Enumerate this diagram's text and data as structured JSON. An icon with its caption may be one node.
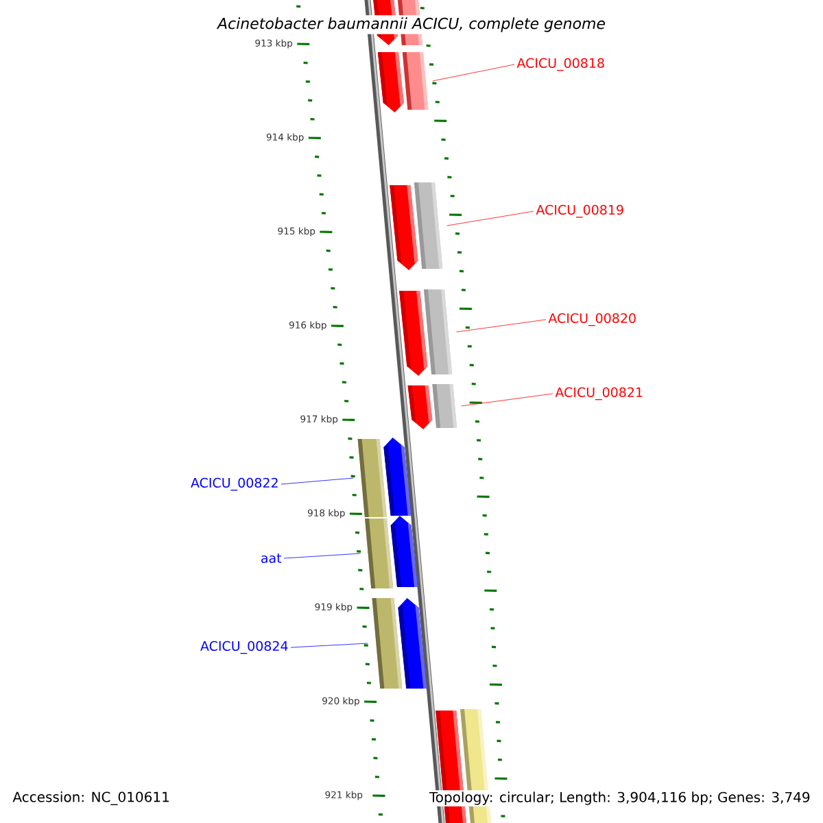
{
  "diagram": {
    "title": "Acinetobacter baumannii ACICU, complete genome",
    "nodes": [
      {
        "text": [
          "ACICU_00818"
        ]
      },
      {
        "text": [],
        "shape": "bar"
      },
      {
        "text": [
          "ACICU_00819"
        ]
      },
      {
        "text": [],
        "shape": "bar"
      },
      {
        "text": [
          "ACICU_00820"
        ]
      },
      {
        "text": [],
        "shape": "bar"
      },
      {
        "text": [
          "ACICU_00821"
        ]
      },
      {
        "text": [],
        "shape": "bar"
      },
      {
        "text": [
          "ACICU_00822"
        ]
      },
      {
        "text": [],
        "shape": "bar"
      },
      {
        "text": [
          "aat"
        ]
      },
      {
        "text": [],
        "shape": "bar"
      },
      {
        "text": [
          "ACICU_00824"
        ]
      },
      {
        "text": [],
        "shape": "bar"
      },
      {
        "text": [],
        "shape": "arrow"
      },
      {
        "text": [],
        "shape": "bar"
      },
      {
        "text": [],
        "shape": "arrow"
      },
      {
        "text": [],
        "shape": "arrow"
      },
      {
        "text": [],
        "shape": "arrow"
      },
      {
        "text": [],
        "shape": "arrow"
      },
      {
        "text": [],
        "shape": "arrow"
      },
      {
        "text": [],
        "shape": "arrow"
      },
      {
        "text": [],
        "shape": "arrow"
      },
      {
        "text": [],
        "shape": "bar"
      },
      {
        "text": [],
        "shape": "bar"
      }
    ],
    "edges": [
      {
        "from": 0,
        "to": 1,
        "arrow": "none",
        "color": "#ff0000"
      },
      {
        "from": 2,
        "to": 3,
        "arrow": "none",
        "color": "#ff0000"
      },
      {
        "from": 4,
        "to": 5,
        "arrow": "none",
        "color": "#ff0000"
      },
      {
        "from": 6,
        "to": 7,
        "arrow": "none",
        "color": "#ff0000"
      },
      {
        "from": 8,
        "to": 9,
        "arrow": "none",
        "color": "#0000ff"
      },
      {
        "from": 10,
        "to": 11,
        "arrow": "none",
        "color": "#0000ff"
      },
      {
        "from": 12,
        "to": 13,
        "arrow": "none",
        "color": "#0000ff"
      }
    ],
    "labels": [
      "913 kbp",
      "914 kbp",
      "915 kbp",
      "916 kbp",
      "917 kbp",
      "918 kbp",
      "919 kbp",
      "920 kbp",
      "921 kbp",
      "Accession: NC_010611",
      "Topology: circular; Length: 3,904,116 bp; Genes: 3,749"
    ]
  }
}
